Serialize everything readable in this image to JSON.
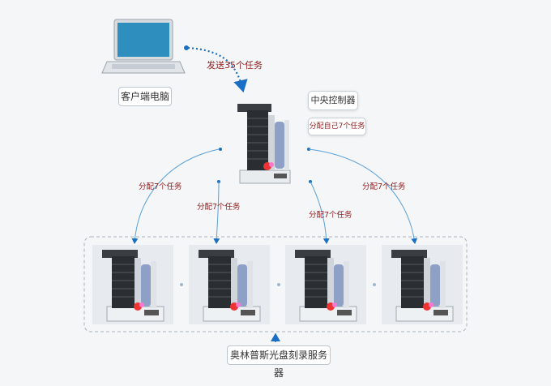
{
  "client_label": "客户端电脑",
  "send_task_label": "发送35个任务",
  "controller_title": "中央控制器",
  "controller_self_task": "分配自己7个任务",
  "branch_tasks": [
    "分配7个任务",
    "分配7个任务",
    "分配7个任务",
    "分配7个任务"
  ],
  "servers_label": "奥林普斯光盘刻录服务器",
  "colors": {
    "arrow": "#1a6fc4",
    "task_text": "#8e1f1f",
    "laptop_screen": "#2e8fbf"
  }
}
